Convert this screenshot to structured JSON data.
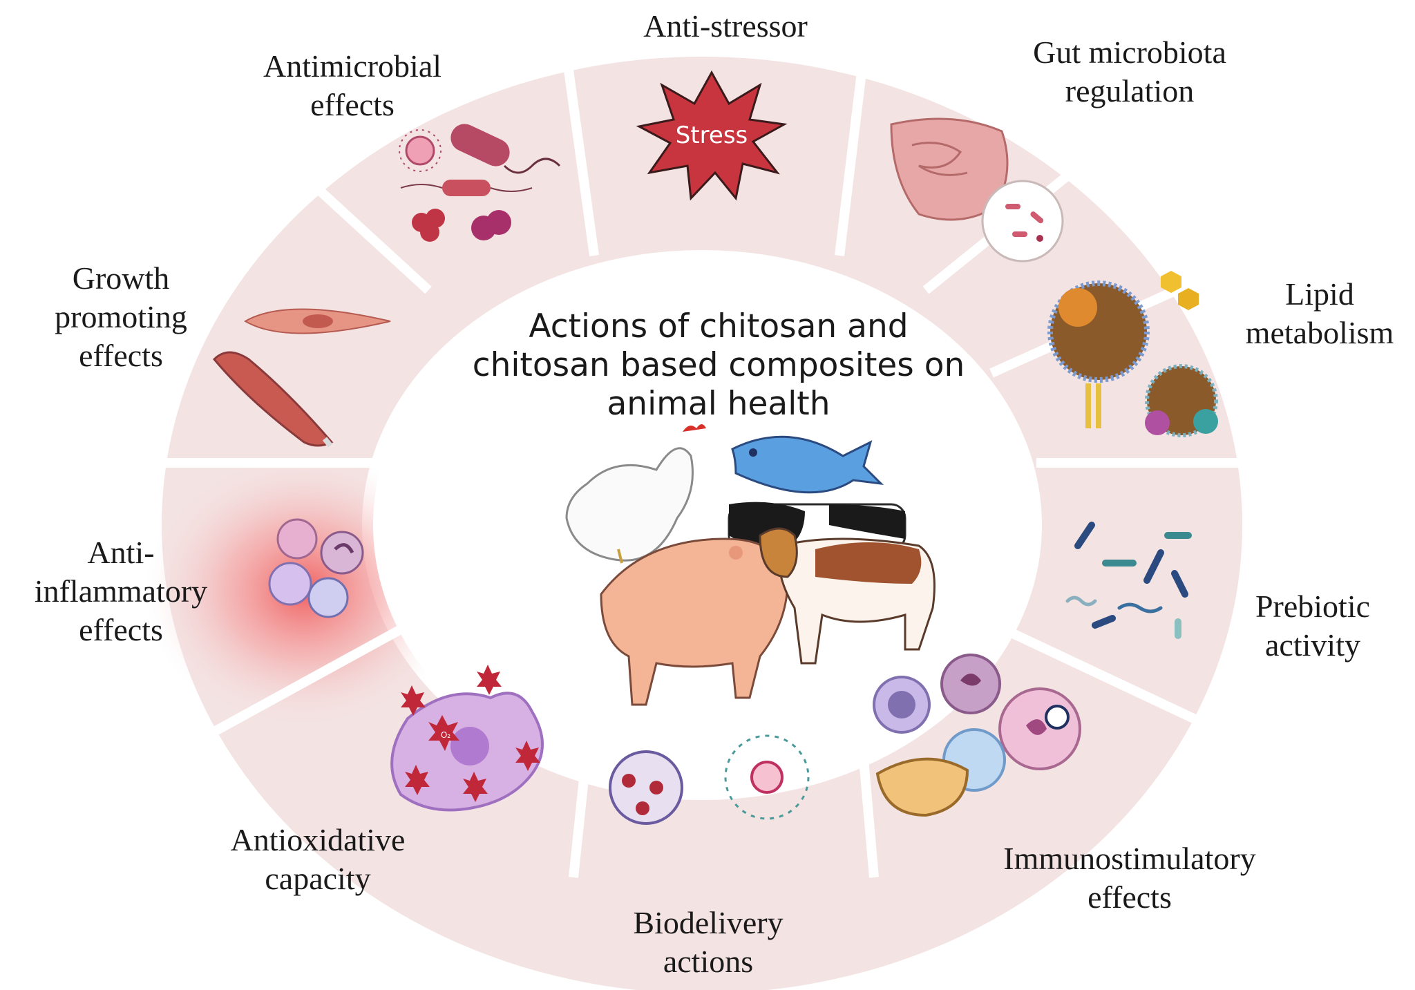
{
  "center": {
    "title_lines": [
      "Actions of chitosan and",
      "chitosan based composites on",
      "animal health"
    ]
  },
  "segments": {
    "anti_stressor": {
      "lines": [
        "Anti-stressor"
      ],
      "badge": "Stress"
    },
    "gut_microbiota": {
      "lines": [
        "Gut microbiota",
        "regulation"
      ]
    },
    "lipid_metabolism": {
      "lines": [
        "Lipid",
        "metabolism"
      ]
    },
    "prebiotic": {
      "lines": [
        "Prebiotic",
        "activity"
      ]
    },
    "immunostimulatory": {
      "lines": [
        "Immunostimulatory",
        "effects"
      ]
    },
    "biodelivery": {
      "lines": [
        "Biodelivery",
        "actions"
      ]
    },
    "antioxidative": {
      "lines": [
        "Antioxidative",
        "capacity"
      ],
      "ros_label": "O₂"
    },
    "anti_inflammatory": {
      "lines": [
        "Anti-",
        "inflammatory",
        "effects"
      ]
    },
    "growth_promoting": {
      "lines": [
        "Growth",
        "promoting",
        "effects"
      ]
    },
    "antimicrobial": {
      "lines": [
        "Antimicrobial",
        "effects"
      ]
    }
  },
  "colors": {
    "ring_fill": "#f4e3e3",
    "separator": "#ffffff",
    "inflammation_glow": "#f26a6a",
    "stress_star": "#c9353f",
    "muscle": "#d66e66",
    "bacteria": "#c05a6e",
    "intestine": "#e2a0a0"
  },
  "icons": {
    "center": [
      "chicken-icon",
      "fish-icon",
      "cow-icon",
      "pig-icon",
      "calf-icon"
    ]
  }
}
